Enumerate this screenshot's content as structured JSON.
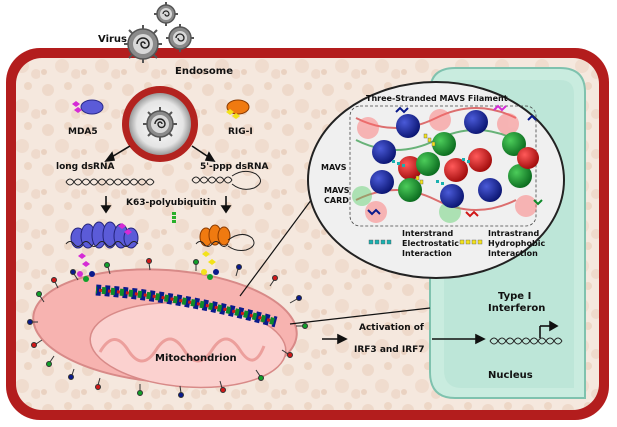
{
  "labels": {
    "virus": "Virus",
    "endosome": "Endosome",
    "mda5": "MDA5",
    "rig1": "RIG-I",
    "long_dsrna": "long dsRNA",
    "ppp_dsrna": "5'-ppp dsRNA",
    "k63": "K63-polyubiquitin",
    "filament_title": "Three-Stranded MAVS Filament",
    "mavs": "MAVS",
    "mavs_card_1": "MAVS",
    "mavs_card_2": "CARD",
    "interstrand_1": "Interstrand",
    "interstrand_2": "Electrostatic",
    "interstrand_3": "Interaction",
    "intrastrand_1": "Intrastrand",
    "intrastrand_2": "Hydrophobic",
    "intrastrand_3": "Interaction",
    "mitochondrion": "Mitochondrion",
    "activation_1": "Activation of",
    "activation_2": "IRF3 and IRF7",
    "type_i_1": "Type I",
    "type_i_2": "Interferon",
    "nucleus": "Nucleus"
  },
  "colors": {
    "cell_membrane": "#b01c1c",
    "cytoplasm": "#f4e6dc",
    "mitochondrion": "#f7b3b0",
    "nucleus": "#c9ecdf",
    "mavs_blue": "#0a1a8c",
    "mavs_green": "#0f8a2a",
    "mavs_red": "#d01818",
    "mda5": "#5b5bd8",
    "rig1": "#f07a10"
  }
}
